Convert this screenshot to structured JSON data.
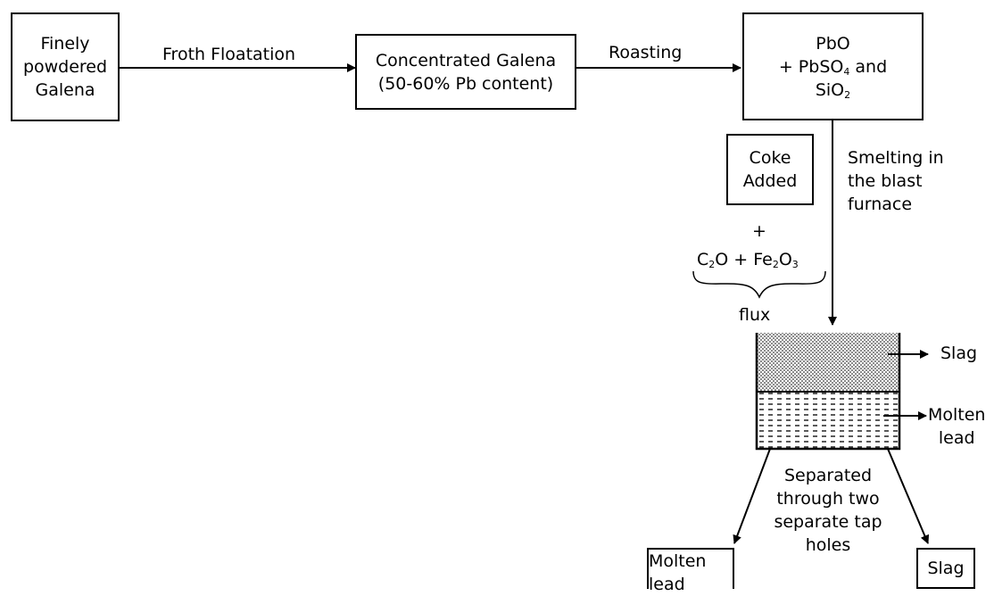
{
  "nodes": {
    "galena": {
      "line1": "Finely",
      "line2": "powdered",
      "line3": "Galena"
    },
    "concentrated": {
      "line1": "Concentrated Galena",
      "line2": "(50-60% Pb content)"
    },
    "pbo": {
      "line1": "PbO",
      "line2_prefix": "+ PbSO",
      "line2_sub": "4",
      "line2_suffix": " and",
      "line3_prefix": "SiO",
      "line3_sub": "2"
    },
    "coke": {
      "line1": "Coke",
      "line2": "Added"
    },
    "molten_lead_out": {
      "line1": "Molten",
      "line2": "lead"
    },
    "slag_out": {
      "label": "Slag"
    }
  },
  "edges": {
    "froth": "Froth Floatation",
    "roasting": "Roasting",
    "smelting": {
      "line1": "Smelting in",
      "line2": "the blast",
      "line3": "furnace"
    },
    "separated": {
      "line1": "Separated",
      "line2": "through two",
      "line3": "separate tap",
      "line4": "holes"
    }
  },
  "flux": {
    "plus": "+",
    "c": "C",
    "c_sub": "2",
    "o": "O + Fe",
    "fe_sub": "2",
    "o2": "O",
    "o2_sub": "3",
    "label": "flux"
  },
  "furnace": {
    "slag_label": "Slag",
    "molten_line1": "Molten",
    "molten_line2": "lead"
  }
}
